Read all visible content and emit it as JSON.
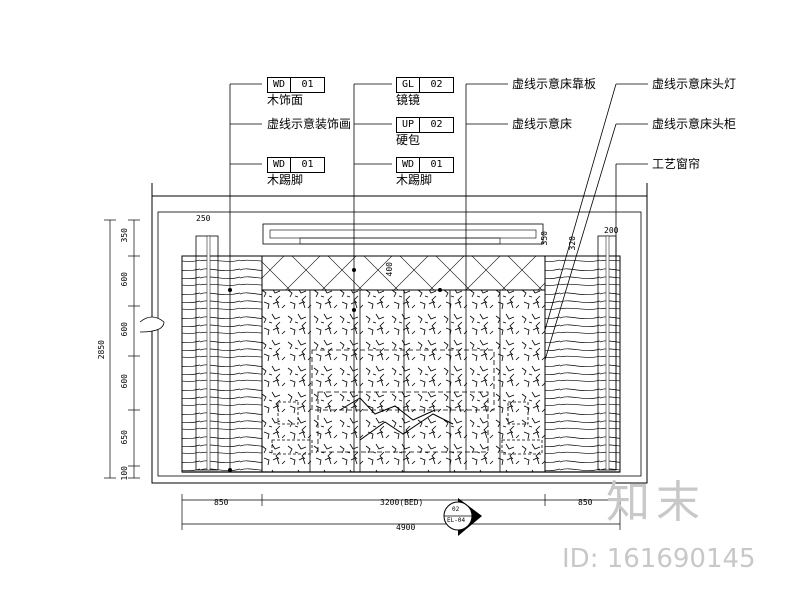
{
  "tags": {
    "wd01_a": {
      "code": "WD",
      "num": "01"
    },
    "gl02": {
      "code": "GL",
      "num": "02"
    },
    "up02": {
      "code": "UP",
      "num": "02"
    },
    "wd01_b": {
      "code": "WD",
      "num": "01"
    },
    "wd01_c": {
      "code": "WD",
      "num": "01"
    }
  },
  "labels": {
    "wood_veneer": "木饰面",
    "mirror": "镜镜",
    "dashed_deco": "虚线示意装饰画",
    "hard_pack": "硬包",
    "wood_skirting_left": "木踢脚",
    "wood_skirting_mid": "木踢脚",
    "bed_bench_dashed": "虚线示意床靠板",
    "bed_dashed": "虚线示意床",
    "bed_lamp_dashed": "虚线示意床头灯",
    "bed_cabinet_dashed": "虚线示意床头柜",
    "curtain": "工艺窗帘"
  },
  "dims": {
    "left_350": "350",
    "left_600_a": "600",
    "left_600_b": "600",
    "left_600_c": "600",
    "left_650": "650",
    "left_100": "100",
    "total_height": "2850",
    "top_250": "250",
    "top_200": "200",
    "top_350": "350",
    "top_320": "320",
    "top_400": "400",
    "bottom_850_left": "850",
    "bottom_3200": "3200(BED)",
    "bottom_850_right": "850",
    "bottom_4900": "4900"
  },
  "section_marker": {
    "top": "02",
    "bottom": "EL-04"
  },
  "watermark": {
    "logo": "知末",
    "id": "ID: 161690145"
  }
}
